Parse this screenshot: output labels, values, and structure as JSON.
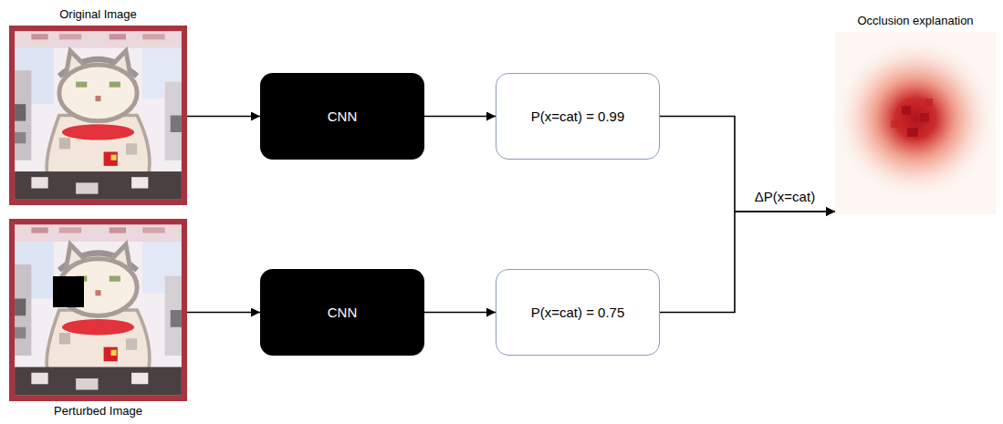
{
  "diagram": {
    "nodes": [
      {
        "text": [
          "Original Image"
        ]
      },
      {
        "text": [
          "CNN"
        ]
      },
      {
        "text": [
          "P(x=cat) = 0.99"
        ]
      },
      {
        "text": [
          "Occlusion explanation"
        ]
      },
      {
        "text": [
          "Perturbed Image"
        ]
      },
      {
        "text": [
          "CNN"
        ]
      },
      {
        "text": [
          "P(x=cat) = 0.75"
        ]
      }
    ],
    "edges": [
      {
        "from": 0,
        "to": 1,
        "arrow": "to"
      },
      {
        "from": 1,
        "to": 2,
        "arrow": "to"
      },
      {
        "from": 2,
        "to": 3,
        "arrow": "to",
        "label": "ΔP(x=cat)"
      },
      {
        "from": 4,
        "to": 5,
        "arrow": "to"
      },
      {
        "from": 5,
        "to": 6,
        "arrow": "to"
      },
      {
        "from": 6,
        "to": 3,
        "arrow": "to"
      }
    ]
  }
}
